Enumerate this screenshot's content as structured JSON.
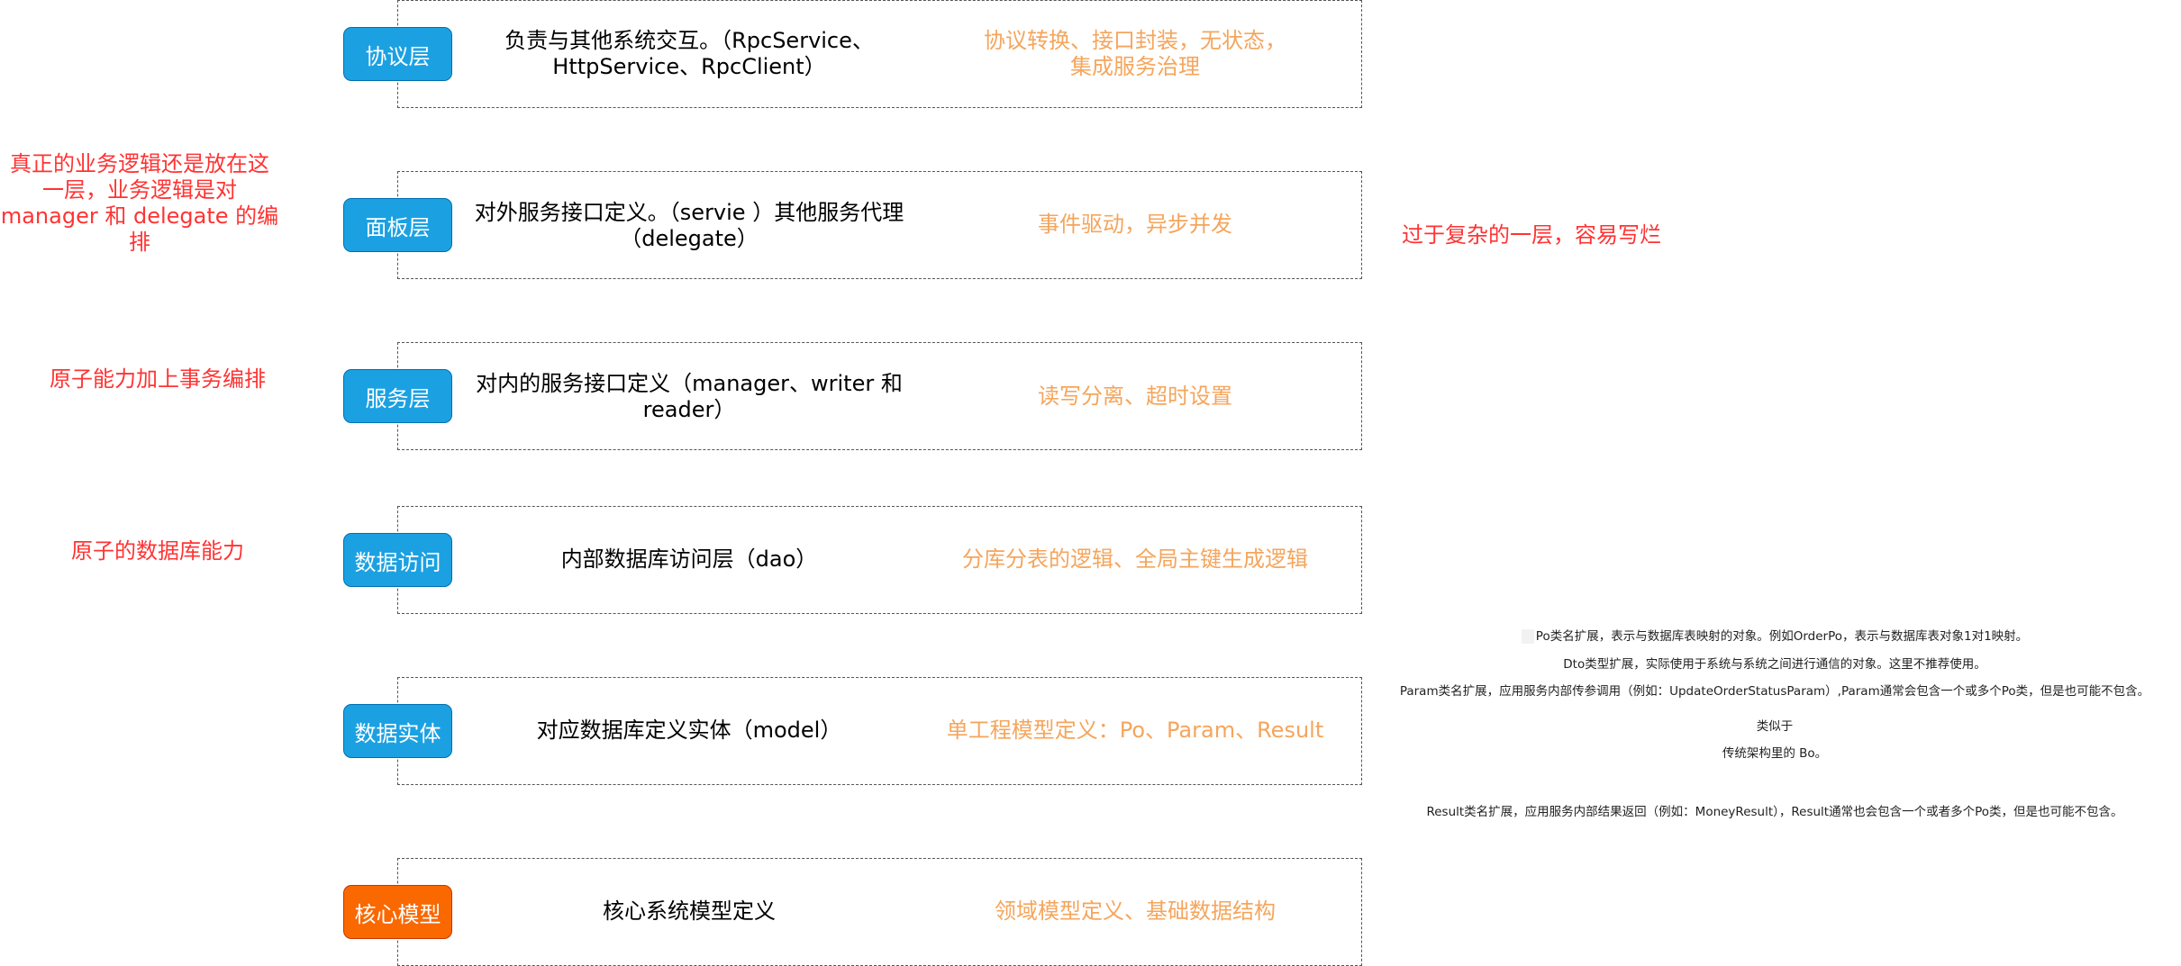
{
  "layers": [
    {
      "tag": "协议层",
      "tag_color": "#1ba1e2",
      "description": "负责与其他系统交互。（RpcService、\nHttpService、RpcClient）",
      "feature": "协议转换、接口封装，无状态，\n集成服务治理"
    },
    {
      "tag": "面板层",
      "tag_color": "#1ba1e2",
      "description": "对外服务接口定义。（servie ）其他服务代理\n（delegate）",
      "feature": "事件驱动，异步并发"
    },
    {
      "tag": "服务层",
      "tag_color": "#1ba1e2",
      "description": "对内的服务接口定义（manager、writer 和\nreader）",
      "feature": "读写分离、超时设置"
    },
    {
      "tag": "数据访问",
      "tag_color": "#1ba1e2",
      "description": "内部数据库访问层（dao）",
      "feature": "分库分表的逻辑、全局主键生成逻辑"
    },
    {
      "tag": "数据实体",
      "tag_color": "#1ba1e2",
      "description": "对应数据库定义实体（model）",
      "feature": "单工程模型定义：Po、Param、Result"
    },
    {
      "tag": "核心模型",
      "tag_color": "#fa6800",
      "description": "核心系统模型定义",
      "feature": "领域模型定义、基础数据结构"
    }
  ],
  "left_notes": {
    "panel": "真正的业务逻辑还是放在这\n一层，业务逻辑是对\nmanager 和 delegate 的编排",
    "service": "原子能力加上事务编排",
    "dao": "原子的数据库能力"
  },
  "right_note": "过于复杂的一层，容易写烂",
  "side_notes": {
    "po": "Po类名扩展，表示与数据库表映射的对象。例如OrderPo，表示与数据库表对象1对1映射。",
    "dto": "Dto类型扩展，实际使用于系统与系统之间进行通信的对象。这里不推荐使用。",
    "param": "Param类名扩展，应用服务内部传参调用（例如：UpdateOrderStatusParam）,Param通常会包含一个或多个Po类，但是也可能不包含。",
    "similar": "类似于",
    "bo": "传统架构里的 Bo。",
    "result": "Result类名扩展，应用服务内部结果返回（例如：MoneyResult），Result通常也会包含一个或者多个Po类，但是也可能不包含。"
  },
  "colors": {
    "tag_blue": "#1ba1e2",
    "tag_orange": "#fa6800",
    "feature_text": "#f5a55c",
    "note_red": "#ff3333"
  }
}
